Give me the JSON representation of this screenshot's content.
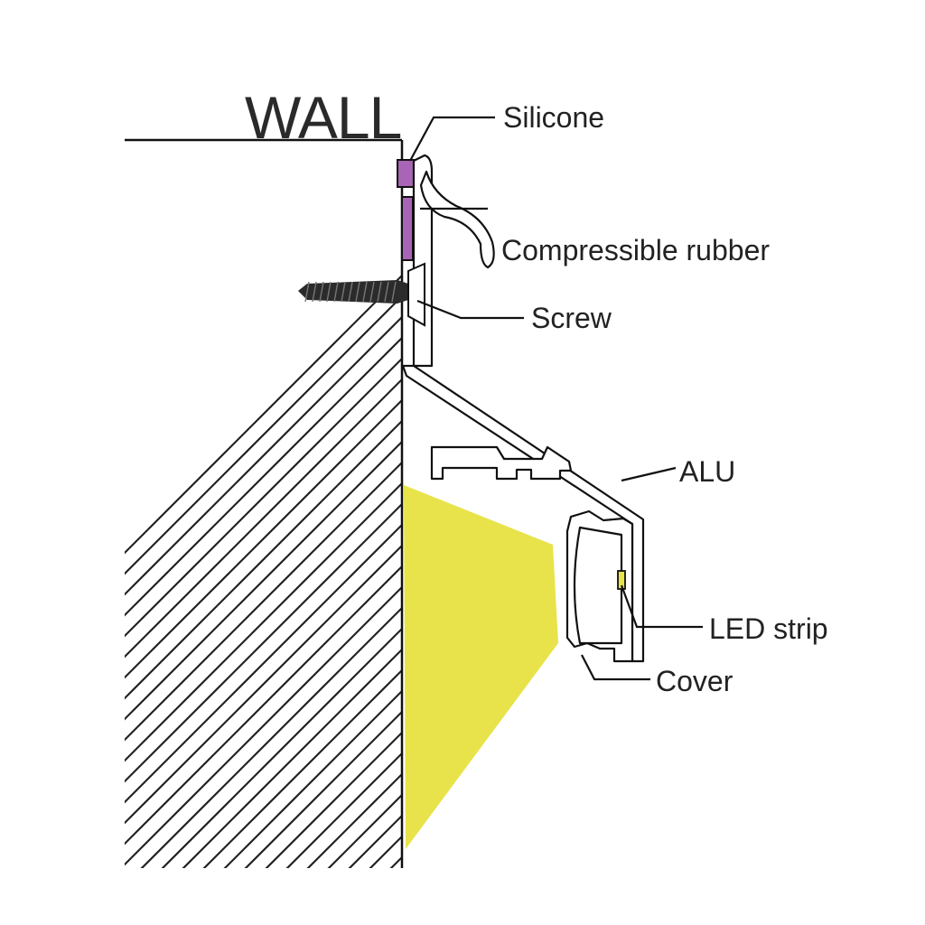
{
  "title": "WALL",
  "labels": {
    "silicone": "Silicone",
    "rubber": "Compressible rubber",
    "screw": "Screw",
    "alu": "ALU",
    "led": "LED strip",
    "cover": "Cover"
  },
  "colors": {
    "light_beam": "#e8e34a",
    "silicone": "#a865b5",
    "line": "#111111"
  }
}
